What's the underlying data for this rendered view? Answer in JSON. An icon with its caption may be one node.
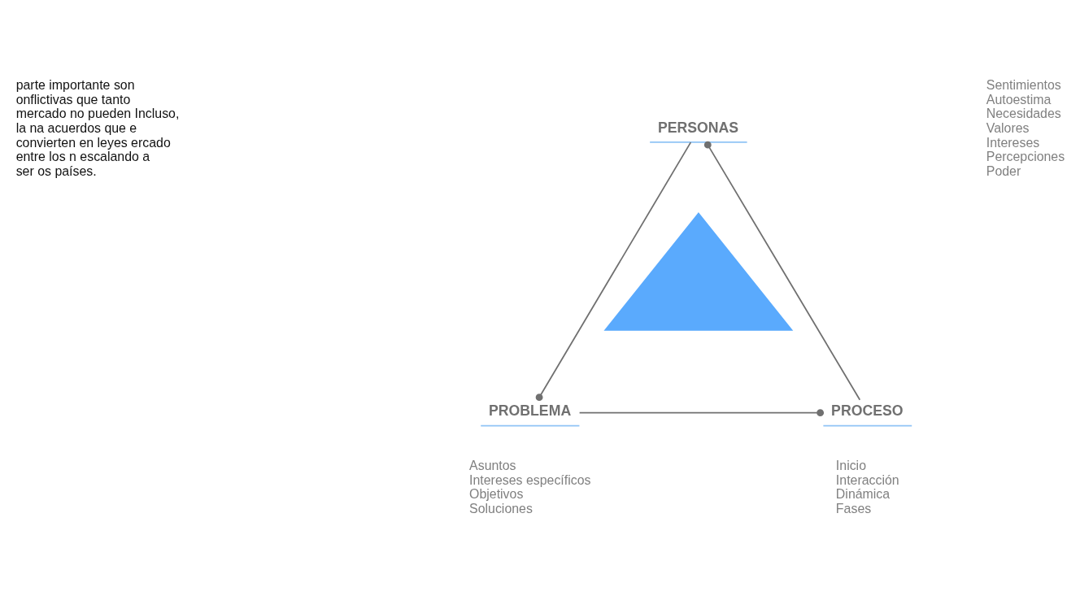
{
  "diagram": {
    "nodes": [
      {
        "text": [
          "PERSONAS"
        ],
        "beside": [
          "Sentimientos",
          "Autoestima",
          "Necesidades",
          "Valores",
          "Intereses",
          "Percepciones",
          "Poder"
        ]
      },
      {
        "text": [],
        "shape": "triangle"
      },
      {
        "text": [
          "PROBLEMA"
        ],
        "beside": [
          "Asuntos",
          "Intereses específicos",
          "Objetivos",
          "Soluciones"
        ]
      },
      {
        "text": [
          "PROCESO"
        ],
        "beside": [
          "Inicio",
          "Interacción",
          "Dinámica",
          "Fases"
        ]
      }
    ],
    "edges": [
      {
        "from": 0,
        "to": 3,
        "arrow": "other"
      },
      {
        "from": 3,
        "to": 2,
        "arrow": "other"
      },
      {
        "from": 2,
        "to": 0,
        "arrow": "other"
      }
    ],
    "labels": [
      "parte importante son onflictivas que tanto mercado no pueden Incluso, la na acuerdos que e convierten en leyes ercado entre los n escalando a ser os países."
    ]
  }
}
